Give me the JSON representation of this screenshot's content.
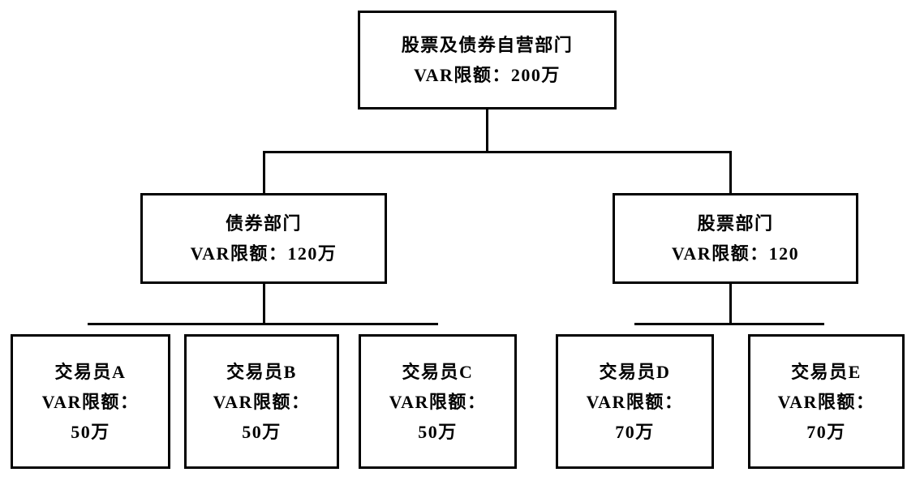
{
  "diagram": {
    "type": "org-chart",
    "description": "VAR limit allocation hierarchy",
    "nodes": {
      "root": {
        "name": "股票及债券自营部门",
        "limit_label": "VAR限额：200万"
      },
      "departments": [
        {
          "name": "债券部门",
          "limit_label": "VAR限额：120万"
        },
        {
          "name": "股票部门",
          "limit_label": "VAR限额：120"
        }
      ],
      "traders": [
        {
          "name": "交易员A",
          "limit_label": "VAR限额：",
          "limit_value": "50万"
        },
        {
          "name": "交易员B",
          "limit_label": "VAR限额：",
          "limit_value": "50万"
        },
        {
          "name": "交易员C",
          "limit_label": "VAR限额：",
          "limit_value": "50万"
        },
        {
          "name": "交易员D",
          "limit_label": "VAR限额：",
          "limit_value": "70万"
        },
        {
          "name": "交易员E",
          "limit_label": "VAR限额：",
          "limit_value": "70万"
        }
      ]
    },
    "colors": {
      "line": "#000000",
      "text": "#000000",
      "background": "#ffffff"
    }
  }
}
